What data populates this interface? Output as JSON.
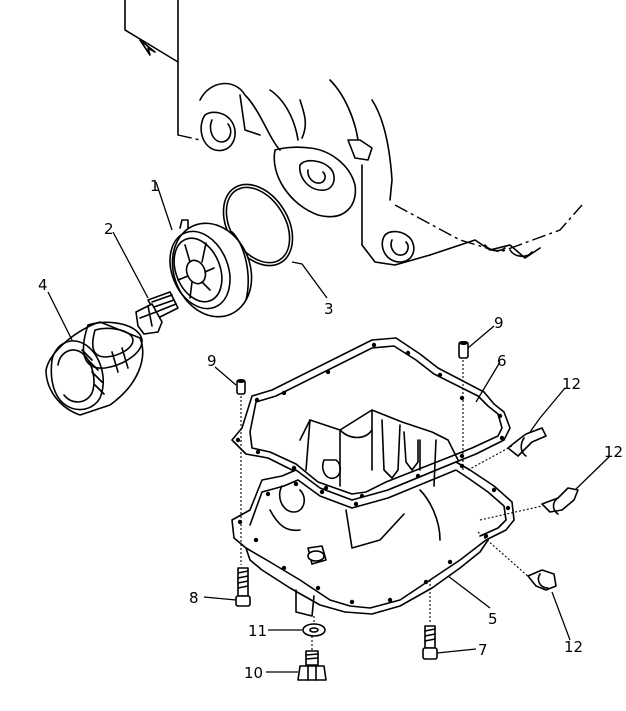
{
  "callouts": [
    {
      "id": "1",
      "text": "1"
    },
    {
      "id": "2",
      "text": "2"
    },
    {
      "id": "3",
      "text": "3"
    },
    {
      "id": "4",
      "text": "4"
    },
    {
      "id": "5",
      "text": "5"
    },
    {
      "id": "6",
      "text": "6"
    },
    {
      "id": "7",
      "text": "7"
    },
    {
      "id": "8",
      "text": "8"
    },
    {
      "id": "9a",
      "text": "9"
    },
    {
      "id": "9b",
      "text": "9"
    },
    {
      "id": "10",
      "text": "10"
    },
    {
      "id": "11",
      "text": "11"
    },
    {
      "id": "12a",
      "text": "12"
    },
    {
      "id": "12b",
      "text": "12"
    },
    {
      "id": "12c",
      "text": "12"
    }
  ]
}
